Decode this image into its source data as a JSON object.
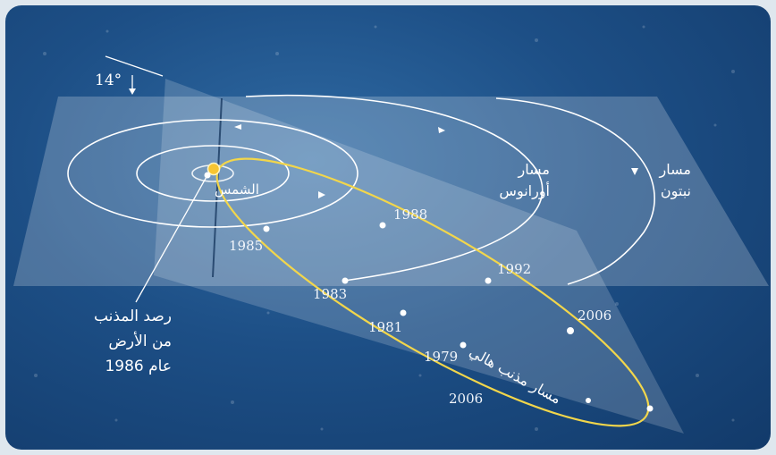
{
  "angle_label": "14°",
  "sun_label": "الشمس",
  "uranus_orbit_label": [
    "مسار",
    "أورانوس"
  ],
  "neptune_orbit_label": [
    "مسار",
    "نبتون"
  ],
  "comet_orbit_label": "مسار مذنب هالي",
  "earth_observation_label": [
    "رصد المذنب",
    "من الأرض",
    "عام 1986"
  ],
  "years": {
    "y1985": "1985",
    "y1988": "1988",
    "y1983": "1983",
    "y1992": "1992",
    "y1981": "1981",
    "y1979": "1979",
    "y2006a": "2006",
    "y2006b": "2006"
  },
  "colors": {
    "background": "#1d4f86",
    "comet_orbit": "#f2d64b",
    "sun": "#f7c531",
    "orbit_lines": "#ffffff"
  }
}
